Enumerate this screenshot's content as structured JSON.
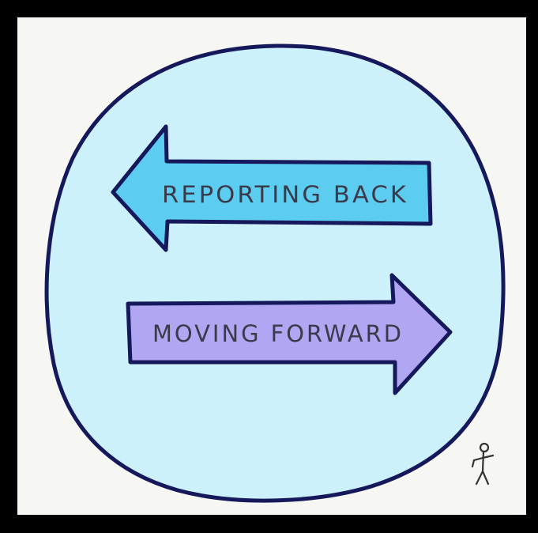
{
  "colors": {
    "frame": "#000000",
    "paper": "#f6f6f3",
    "circle_fill": "#cdf1fb",
    "outline": "#16185c",
    "arrow_back_fill": "#5ccdf0",
    "arrow_forward_fill": "#b0a6f2",
    "label_ink": "#3a3a4a"
  },
  "arrows": {
    "back": {
      "label": "REPORTING BACK",
      "direction": "left",
      "icon": "left-arrow"
    },
    "forward": {
      "label": "MOVING FORWARD",
      "direction": "right",
      "icon": "right-arrow"
    }
  },
  "figure": {
    "icon": "stick-figure-icon"
  }
}
